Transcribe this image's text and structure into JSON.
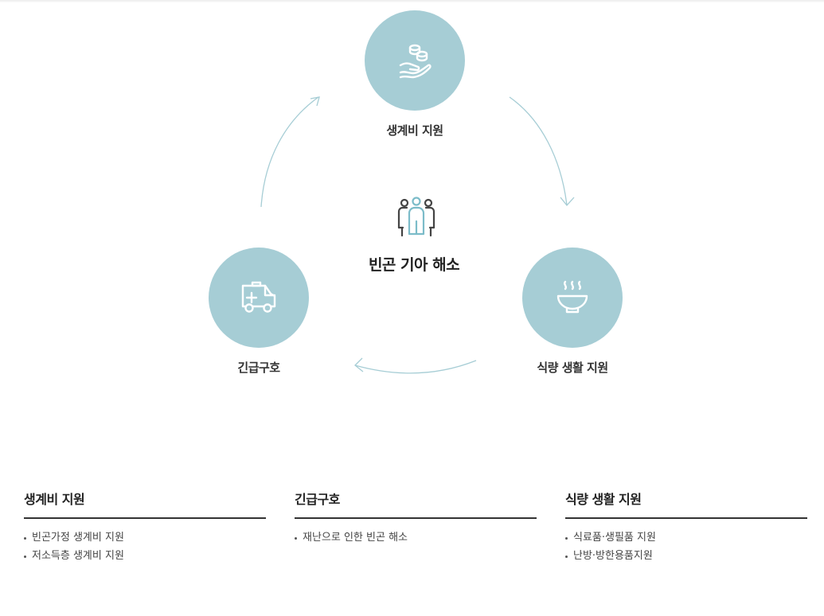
{
  "diagram": {
    "center_title": "빈곤 기아 해소",
    "nodes": {
      "top": {
        "label": "생계비 지원",
        "icon": "hand-coins-icon"
      },
      "left": {
        "label": "긴급구호",
        "icon": "ambulance-icon"
      },
      "right": {
        "label": "식량 생활 지원",
        "icon": "hot-bowl-icon"
      }
    },
    "center_icon": "people-group-icon",
    "colors": {
      "circle": "#a6cdd5",
      "arrow": "#a6cdd5",
      "icon_stroke": "#ffffff"
    }
  },
  "columns": [
    {
      "title": "생계비 지원",
      "items": [
        "빈곤가정 생계비 지원",
        "저소득층 생계비 지원"
      ]
    },
    {
      "title": "긴급구호",
      "items": [
        "재난으로 인한 빈곤 해소"
      ]
    },
    {
      "title": "식량 생활 지원",
      "items": [
        "식료품·생필품 지원",
        "난방·방한용품지원"
      ]
    }
  ]
}
